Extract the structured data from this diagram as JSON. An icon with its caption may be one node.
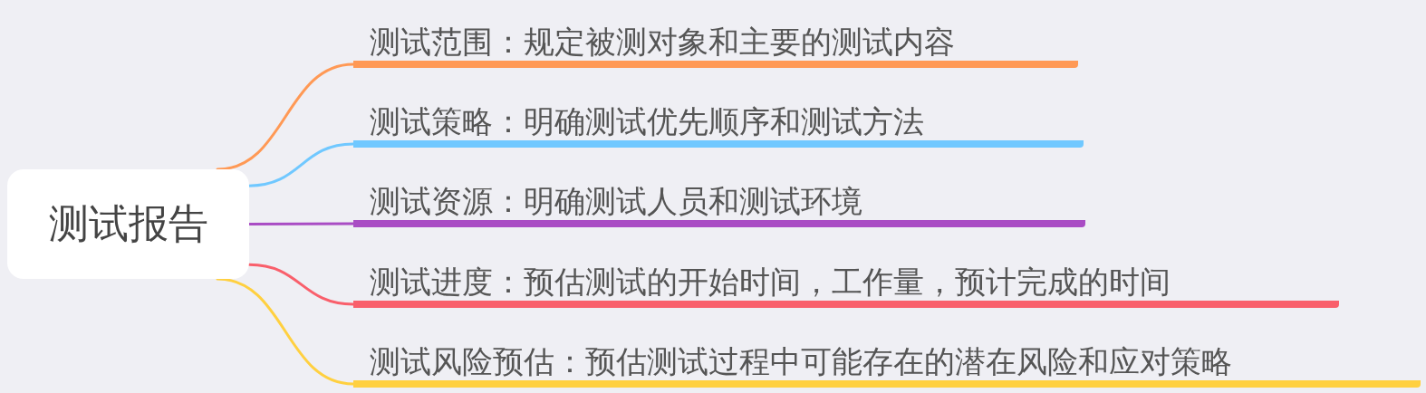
{
  "diagram": {
    "nodes": [
      {
        "text": [
          "测试报告"
        ]
      },
      {
        "text": [
          "测试范围：规定被测对象和主要的测试内容"
        ]
      },
      {
        "text": [
          "测试策略：明确测试优先顺序和测试方法"
        ]
      },
      {
        "text": [
          "测试资源：明确测试人员和测试环境"
        ]
      },
      {
        "text": [
          "测试进度：预估测试的开始时间，工作量，预计完成的时间"
        ]
      },
      {
        "text": [
          "测试风险预估：预估测试过程中可能存在的潜在风险和应对策略"
        ]
      }
    ],
    "edges": [
      {
        "from": 0,
        "to": 1,
        "arrow": "none",
        "color": "#ff9955"
      },
      {
        "from": 0,
        "to": 2,
        "arrow": "none",
        "color": "#70c8ff"
      },
      {
        "from": 0,
        "to": 3,
        "arrow": "none",
        "color": "#a94cc4"
      },
      {
        "from": 0,
        "to": 4,
        "arrow": "none",
        "color": "#f95f6b"
      },
      {
        "from": 0,
        "to": 5,
        "arrow": "none",
        "color": "#ffd040"
      }
    ]
  }
}
